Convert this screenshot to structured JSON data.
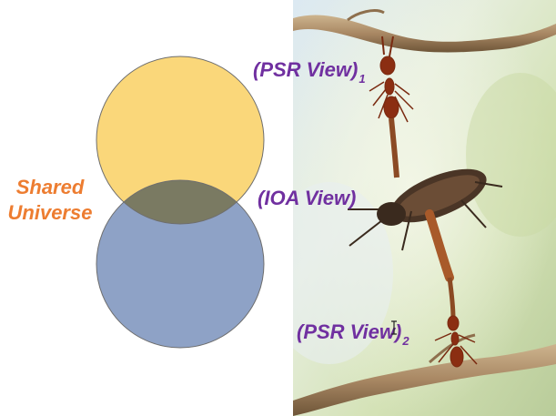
{
  "diagram": {
    "venn": {
      "top_circle_color": "#fad77a",
      "bottom_circle_color": "#8ea2c6",
      "overlap_color": "#7a7a62",
      "outline_color": "#6e6e6e"
    },
    "labels": {
      "shared_line1": "Shared",
      "shared_line2": "Universe",
      "psr1_text": "(PSR View)",
      "psr1_sub": "1",
      "ioa_text": "(IOA View)",
      "psr2_text": "(PSR View)",
      "psr2_sub": "2"
    },
    "colors": {
      "label_purple": "#7030a0",
      "label_orange": "#ed7d31"
    }
  }
}
